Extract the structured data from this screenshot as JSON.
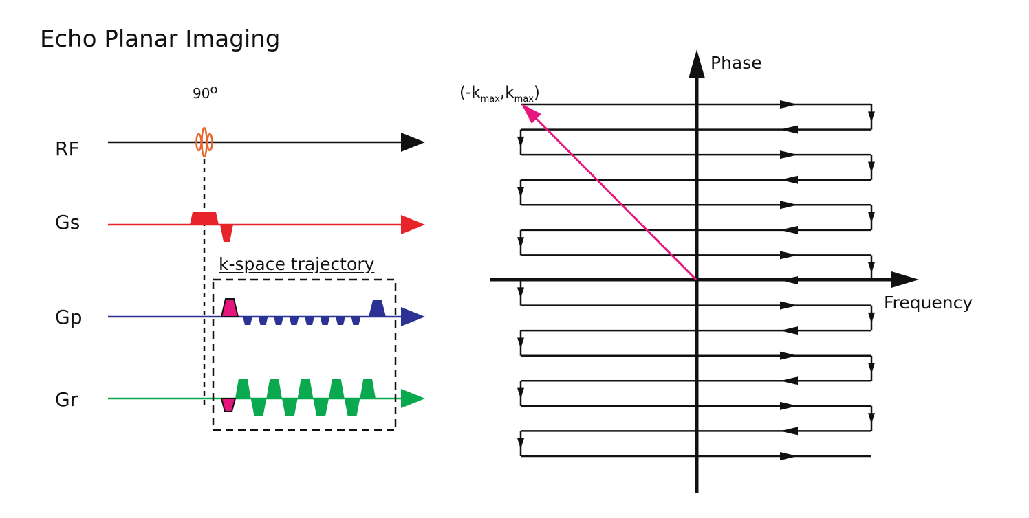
{
  "title": "Echo Planar Imaging",
  "sequence": {
    "flip_angle": "90",
    "flip_angle_unit": "o",
    "rows": [
      {
        "label": "RF",
        "color": "#111111"
      },
      {
        "label": "Gs",
        "color": "#e8232a"
      },
      {
        "label": "Gp",
        "color": "#2b3293"
      },
      {
        "label": "Gr",
        "color": "#0aa84f"
      }
    ],
    "kspace_trajectory_label": "k-space trajectory",
    "phase_blips": 8,
    "readout_lobes": 9,
    "rf_pulse_color": "#e8662a",
    "prephaser_color": "#e6157d"
  },
  "kspace": {
    "phase_axis_label": "Phase",
    "phase_axis_color": "#2b3293",
    "frequency_axis_label": "Frequency",
    "frequency_axis_color": "#0aa84f",
    "corner_label": {
      "open": "(-k",
      "sub1": "max",
      "sep": ",k",
      "sub2": "max",
      "close": ")"
    },
    "trajectory_lines": 15,
    "trajectory_color": "#111111",
    "diagonal_color": "#e6157d"
  }
}
